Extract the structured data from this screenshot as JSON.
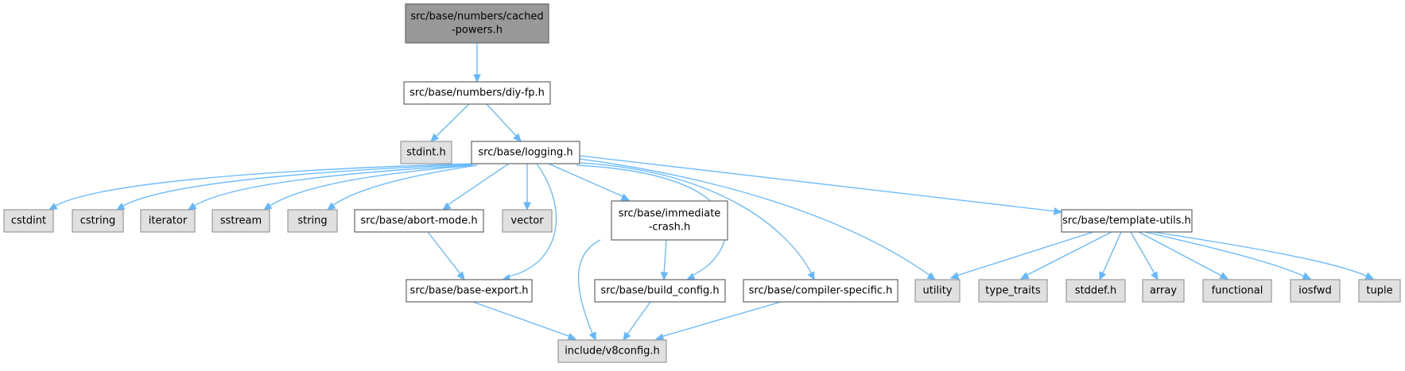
{
  "colors": {
    "root_fill": "#999999",
    "root_stroke": "#666666",
    "header_fill": "#ffffff",
    "header_stroke": "#666666",
    "system_fill": "#e0e0e0",
    "system_stroke": "#999999",
    "edge": "#63b8ff"
  },
  "nodes": [
    {
      "id": "cached_powers",
      "lines": [
        "src/base/numbers/cached",
        "-powers.h"
      ],
      "kind": "root"
    },
    {
      "id": "diy_fp",
      "lines": [
        "src/base/numbers/diy-fp.h"
      ],
      "kind": "header"
    },
    {
      "id": "stdint",
      "lines": [
        "stdint.h"
      ],
      "kind": "system"
    },
    {
      "id": "logging",
      "lines": [
        "src/base/logging.h"
      ],
      "kind": "header"
    },
    {
      "id": "cstdint",
      "lines": [
        "cstdint"
      ],
      "kind": "system"
    },
    {
      "id": "cstring",
      "lines": [
        "cstring"
      ],
      "kind": "system"
    },
    {
      "id": "iterator",
      "lines": [
        "iterator"
      ],
      "kind": "system"
    },
    {
      "id": "sstream",
      "lines": [
        "sstream"
      ],
      "kind": "system"
    },
    {
      "id": "string",
      "lines": [
        "string"
      ],
      "kind": "system"
    },
    {
      "id": "abort_mode",
      "lines": [
        "src/base/abort-mode.h"
      ],
      "kind": "header"
    },
    {
      "id": "vector",
      "lines": [
        "vector"
      ],
      "kind": "system"
    },
    {
      "id": "immediate_crash",
      "lines": [
        "src/base/immediate",
        "-crash.h"
      ],
      "kind": "header"
    },
    {
      "id": "template_utils",
      "lines": [
        "src/base/template-utils.h"
      ],
      "kind": "header"
    },
    {
      "id": "base_export",
      "lines": [
        "src/base/base-export.h"
      ],
      "kind": "header"
    },
    {
      "id": "build_config",
      "lines": [
        "src/base/build_config.h"
      ],
      "kind": "header"
    },
    {
      "id": "compiler_specific",
      "lines": [
        "src/base/compiler-specific.h"
      ],
      "kind": "header"
    },
    {
      "id": "utility",
      "lines": [
        "utility"
      ],
      "kind": "system"
    },
    {
      "id": "type_traits",
      "lines": [
        "type_traits"
      ],
      "kind": "system"
    },
    {
      "id": "stddef",
      "lines": [
        "stddef.h"
      ],
      "kind": "system"
    },
    {
      "id": "array",
      "lines": [
        "array"
      ],
      "kind": "system"
    },
    {
      "id": "functional",
      "lines": [
        "functional"
      ],
      "kind": "system"
    },
    {
      "id": "iosfwd",
      "lines": [
        "iosfwd"
      ],
      "kind": "system"
    },
    {
      "id": "tuple",
      "lines": [
        "tuple"
      ],
      "kind": "system"
    },
    {
      "id": "v8config",
      "lines": [
        "include/v8config.h"
      ],
      "kind": "system"
    }
  ],
  "edges": [
    {
      "from": "cached_powers",
      "to": "diy_fp"
    },
    {
      "from": "diy_fp",
      "to": "stdint"
    },
    {
      "from": "diy_fp",
      "to": "logging"
    },
    {
      "from": "logging",
      "to": "cstdint"
    },
    {
      "from": "logging",
      "to": "cstring"
    },
    {
      "from": "logging",
      "to": "iterator"
    },
    {
      "from": "logging",
      "to": "sstream"
    },
    {
      "from": "logging",
      "to": "string"
    },
    {
      "from": "logging",
      "to": "abort_mode"
    },
    {
      "from": "logging",
      "to": "vector"
    },
    {
      "from": "logging",
      "to": "base_export"
    },
    {
      "from": "logging",
      "to": "immediate_crash"
    },
    {
      "from": "logging",
      "to": "build_config"
    },
    {
      "from": "logging",
      "to": "compiler_specific"
    },
    {
      "from": "logging",
      "to": "utility"
    },
    {
      "from": "logging",
      "to": "template_utils"
    },
    {
      "from": "abort_mode",
      "to": "base_export"
    },
    {
      "from": "immediate_crash",
      "to": "build_config"
    },
    {
      "from": "immediate_crash",
      "to": "v8config"
    },
    {
      "from": "base_export",
      "to": "v8config"
    },
    {
      "from": "build_config",
      "to": "v8config"
    },
    {
      "from": "compiler_specific",
      "to": "v8config"
    },
    {
      "from": "template_utils",
      "to": "utility"
    },
    {
      "from": "template_utils",
      "to": "type_traits"
    },
    {
      "from": "template_utils",
      "to": "stddef"
    },
    {
      "from": "template_utils",
      "to": "array"
    },
    {
      "from": "template_utils",
      "to": "functional"
    },
    {
      "from": "template_utils",
      "to": "iosfwd"
    },
    {
      "from": "template_utils",
      "to": "tuple"
    }
  ]
}
